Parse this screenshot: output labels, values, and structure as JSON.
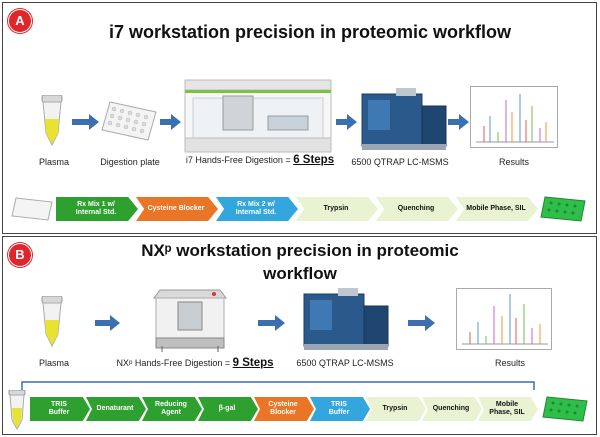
{
  "panel_a": {
    "badge": "A",
    "title": "i7 workstation precision in proteomic workflow",
    "labels": {
      "plasma": "Plasma",
      "digestion_plate": "Digestion plate",
      "digestion_prefix": "i7 Hands-Free Digestion = ",
      "digestion_steps": "6 Steps",
      "ms": "6500 QTRAP LC-MSMS",
      "results": "Results"
    },
    "chevrons": [
      {
        "label": "Rx Mix 1 w/ Internal Std.",
        "color": "#2da02f",
        "light": false
      },
      {
        "label": "Cysteine Blocker",
        "color": "#ea7526",
        "light": false
      },
      {
        "label": "Rx Mix 2 w/ Internal Std.",
        "color": "#34a6de",
        "light": false
      },
      {
        "label": "Trypsin",
        "color": "#e9f3d2",
        "light": true
      },
      {
        "label": "Quenching",
        "color": "#e9f3d2",
        "light": true
      },
      {
        "label": "Mobile Phase, SIL",
        "color": "#e9f3d2",
        "light": true
      }
    ]
  },
  "panel_b": {
    "badge": "B",
    "title_line1": "NXᵖ workstation precision in proteomic",
    "title_line2": "workflow",
    "labels": {
      "plasma": "Plasma",
      "digestion_prefix": "NXᵖ Hands-Free Digestion = ",
      "digestion_steps": "9 Steps",
      "ms": "6500 QTRAP LC-MSMS",
      "results": "Results"
    },
    "chevrons": [
      {
        "label": "TRIS Buffer",
        "color": "#2da02f",
        "light": false
      },
      {
        "label": "Denaturant",
        "color": "#2da02f",
        "light": false
      },
      {
        "label": "Reducing Agent",
        "color": "#2da02f",
        "light": false
      },
      {
        "label": "β-gal",
        "color": "#2da02f",
        "light": false
      },
      {
        "label": "Cysteine Blocker",
        "color": "#ea7526",
        "light": false
      },
      {
        "label": "TRIS Buffer",
        "color": "#34a6de",
        "light": false
      },
      {
        "label": "Trypsin",
        "color": "#e9f3d2",
        "light": true
      },
      {
        "label": "Quenching",
        "color": "#e9f3d2",
        "light": true
      },
      {
        "label": "Mobile Phase, SIL",
        "color": "#e9f3d2",
        "light": true
      }
    ]
  },
  "colors": {
    "arrow": "#3b6fb0",
    "badge": "#e0262b",
    "plate_green": "#2fbe4a",
    "ms_blue": "#2a5a8c"
  }
}
